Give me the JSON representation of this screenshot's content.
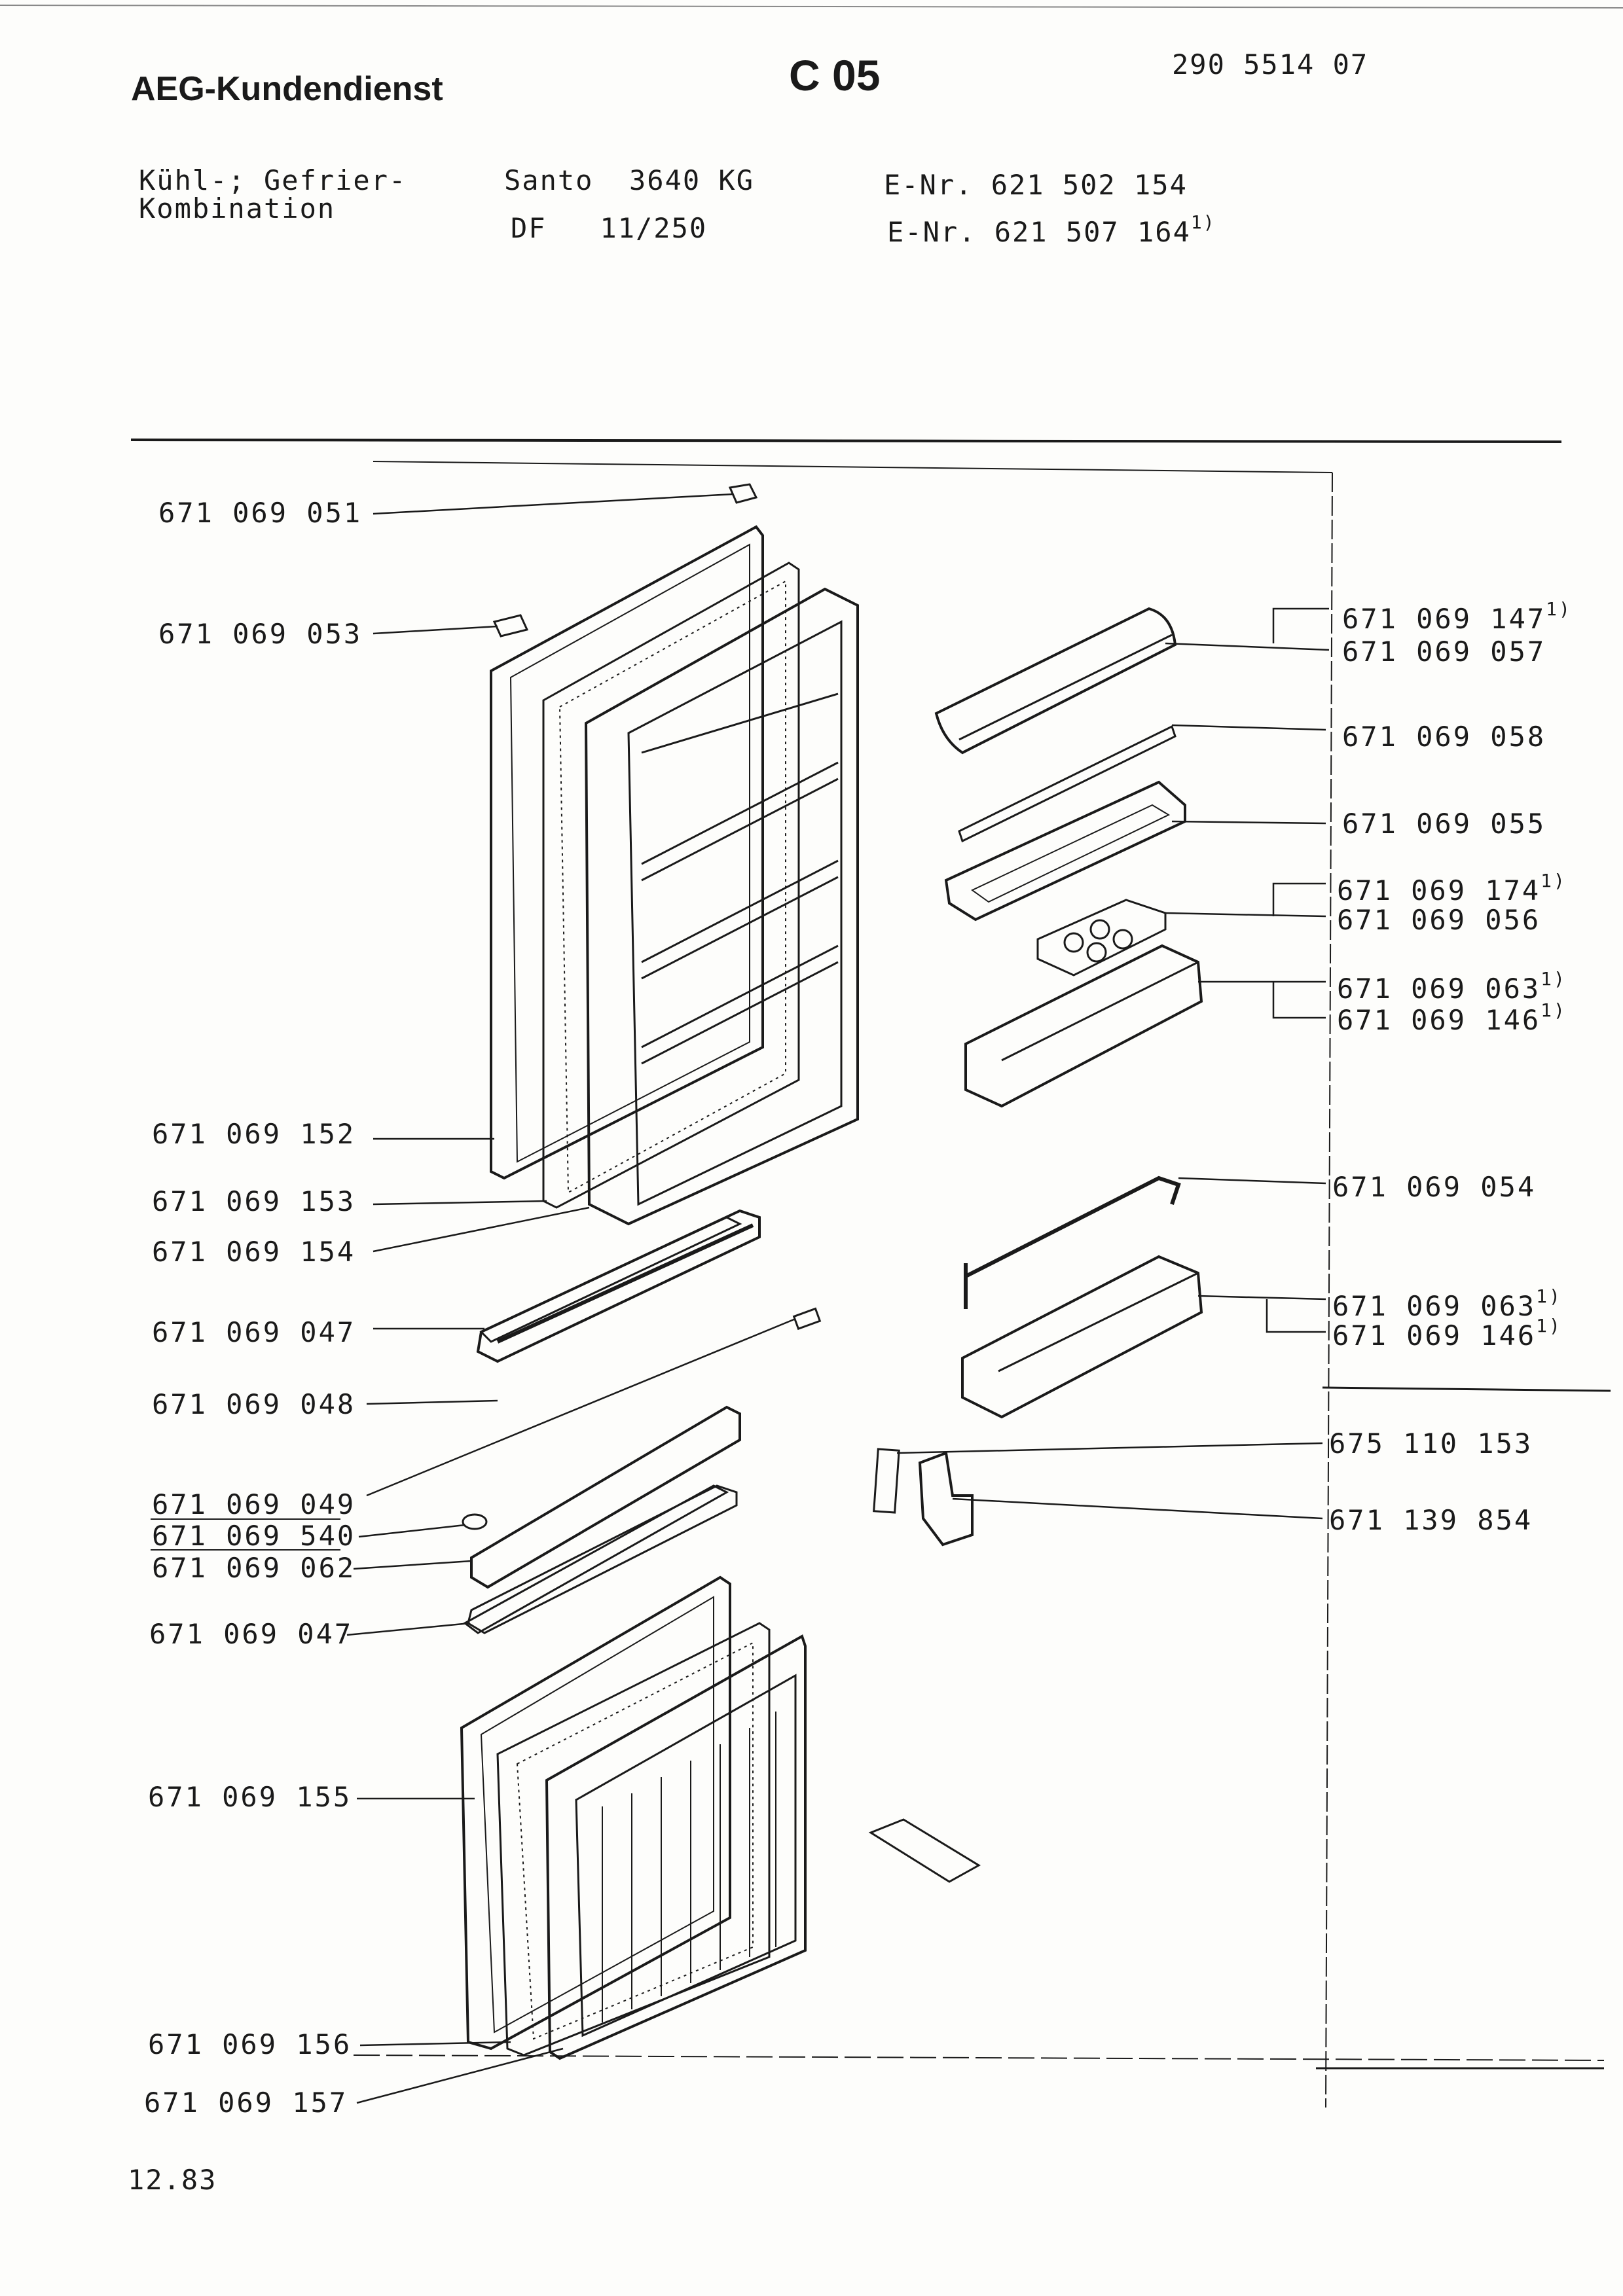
{
  "header": {
    "brand": "AEG-Kundendienst",
    "section_code": "C 05",
    "doc_number": "290 5514 07",
    "product_type_line1": "Kühl-; Gefrier-",
    "product_type_line2": "Kombination",
    "model_line1": "Santo  3640 KG",
    "model_line2": "DF   11/250",
    "enr_line1": "E-Nr. 621 502 154",
    "enr_line2": "E-Nr. 621 507 164",
    "enr_line2_note": "1)"
  },
  "parts_left": [
    "671 069 051",
    "671 069 053",
    "671 069 152",
    "671 069 153",
    "671 069 154",
    "671 069 047",
    "671 069 048",
    "671 069 049",
    "671 069 540",
    "671 069 062",
    "671 069 047",
    "671 069 155",
    "671 069 156",
    "671 069 157"
  ],
  "parts_right": [
    {
      "num": "671 069 147",
      "note": "1)"
    },
    {
      "num": "671 069 057",
      "note": ""
    },
    {
      "num": "671 069 058",
      "note": ""
    },
    {
      "num": "671 069 055",
      "note": ""
    },
    {
      "num": "671 069 174",
      "note": "1)"
    },
    {
      "num": "671 069 056",
      "note": ""
    },
    {
      "num": "671 069 063",
      "note": "1)"
    },
    {
      "num": "671 069 146",
      "note": "1)"
    },
    {
      "num": "671 069 054",
      "note": ""
    },
    {
      "num": "671 069 063",
      "note": "1)"
    },
    {
      "num": "671 069 146",
      "note": "1)"
    },
    {
      "num": "675 110 153",
      "note": ""
    },
    {
      "num": "671 139 854",
      "note": ""
    }
  ],
  "footer": {
    "date": "12.83"
  }
}
